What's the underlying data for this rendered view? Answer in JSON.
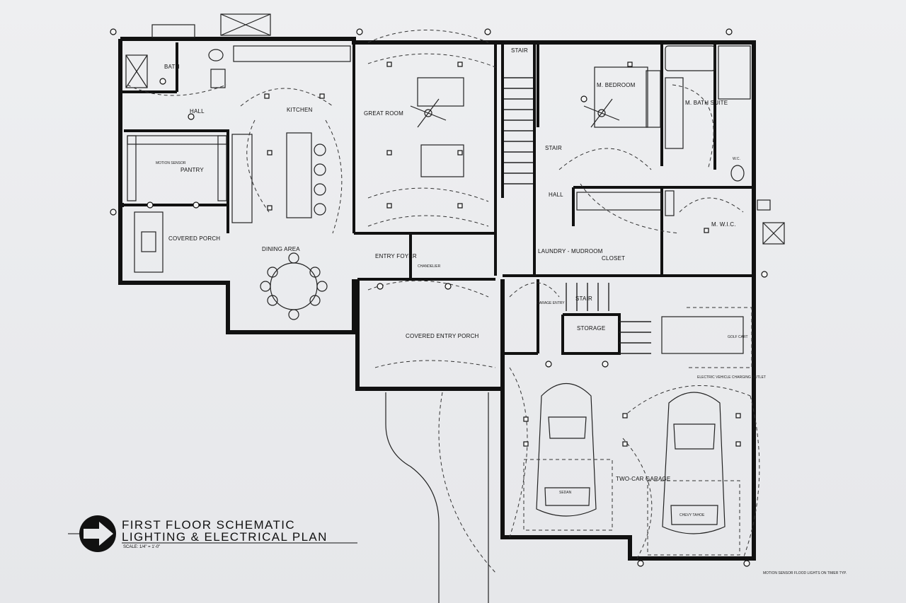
{
  "title": {
    "line1": "FIRST FLOOR SCHEMATIC",
    "line2": "LIGHTING & ELECTRICAL PLAN",
    "scale": "SCALE: 1/4\" = 1'-0\""
  },
  "rooms": {
    "bath": "BATH",
    "hall_left": "HALL",
    "kitchen": "KITCHEN",
    "pantry": "PANTRY",
    "motion_sensor_pantry": "MOTION SENSOR",
    "covered_porch": "COVERED PORCH",
    "dining_area": "DINING AREA",
    "great_room": "GREAT ROOM",
    "entry_foyer": "ENTRY FOYER",
    "chandelier": "CHANDELIER",
    "covered_entry_porch": "COVERED ENTRY PORCH",
    "stair_top": "STAIR",
    "stair_mid": "STAIR",
    "stair_garage": "STAIR",
    "hall_mid": "HALL",
    "m_bedroom": "M. BEDROOM",
    "m_bath_suite": "M. BATH SUITE",
    "wic": "W.C.",
    "m_wic": "M. W.I.C.",
    "laundry": "LAUNDRY - MUDROOM",
    "closet": "CLOSET",
    "garage_entry": "GARAGE ENTRY",
    "storage": "STORAGE",
    "two_car_garage": "TWO-CAR GARAGE",
    "golf_cart": "GOLF CART",
    "sedan": "SEDAN",
    "chevy_tahoe": "CHEVY TAHOE",
    "ev_outlet": "ELECTRIC VEHICLE CHARGING OUTLET",
    "motion_sensor_flood": "MOTION SENSOR FLOOD LIGHTS ON TIMER TYP."
  }
}
